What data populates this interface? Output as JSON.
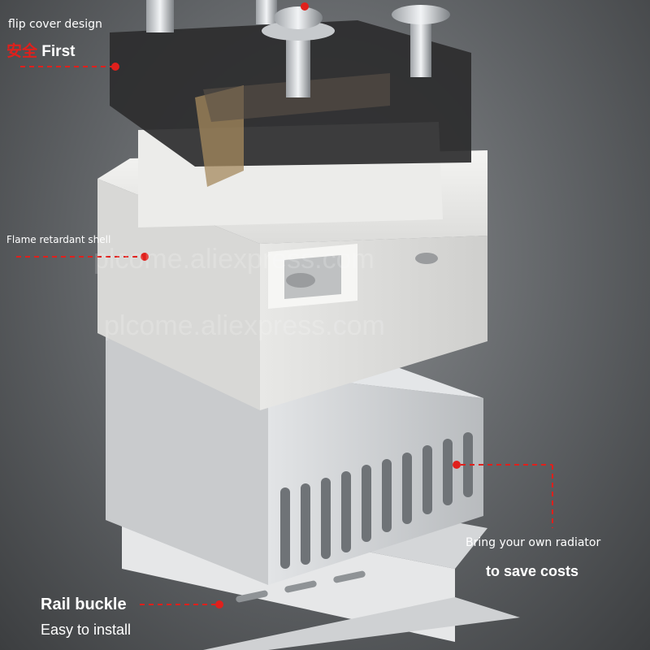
{
  "labels": {
    "flip_cover": "flip cover design",
    "safety_cn": "安全",
    "first": "First",
    "flame_shell": "Flame retardant shell",
    "radiator_line1": "Bring your own radiator",
    "radiator_line2": "to save costs",
    "rail_line1": "Rail buckle",
    "rail_line2": "Easy to install"
  },
  "watermark": "plcome.aliexpress.com",
  "colors": {
    "accent_red": "#e0201c",
    "label_text": "#ffffff",
    "background": "#5f6265"
  }
}
